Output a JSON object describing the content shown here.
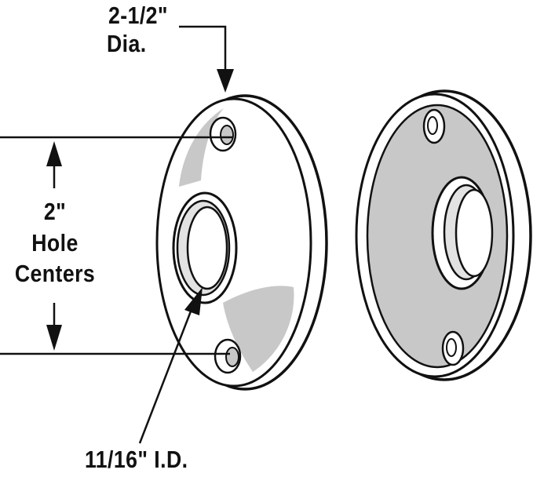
{
  "labels": {
    "diameter_line1": "2-1/2\"",
    "diameter_line2": "Dia.",
    "hole_centers_line1": "2\"",
    "hole_centers_line2": "Hole",
    "hole_centers_line3": "Centers",
    "inner_diameter": "11/16\" I.D."
  },
  "colors": {
    "stroke": "#111111",
    "shading": "#c8c8c8",
    "plate_front": "#ffffff"
  }
}
